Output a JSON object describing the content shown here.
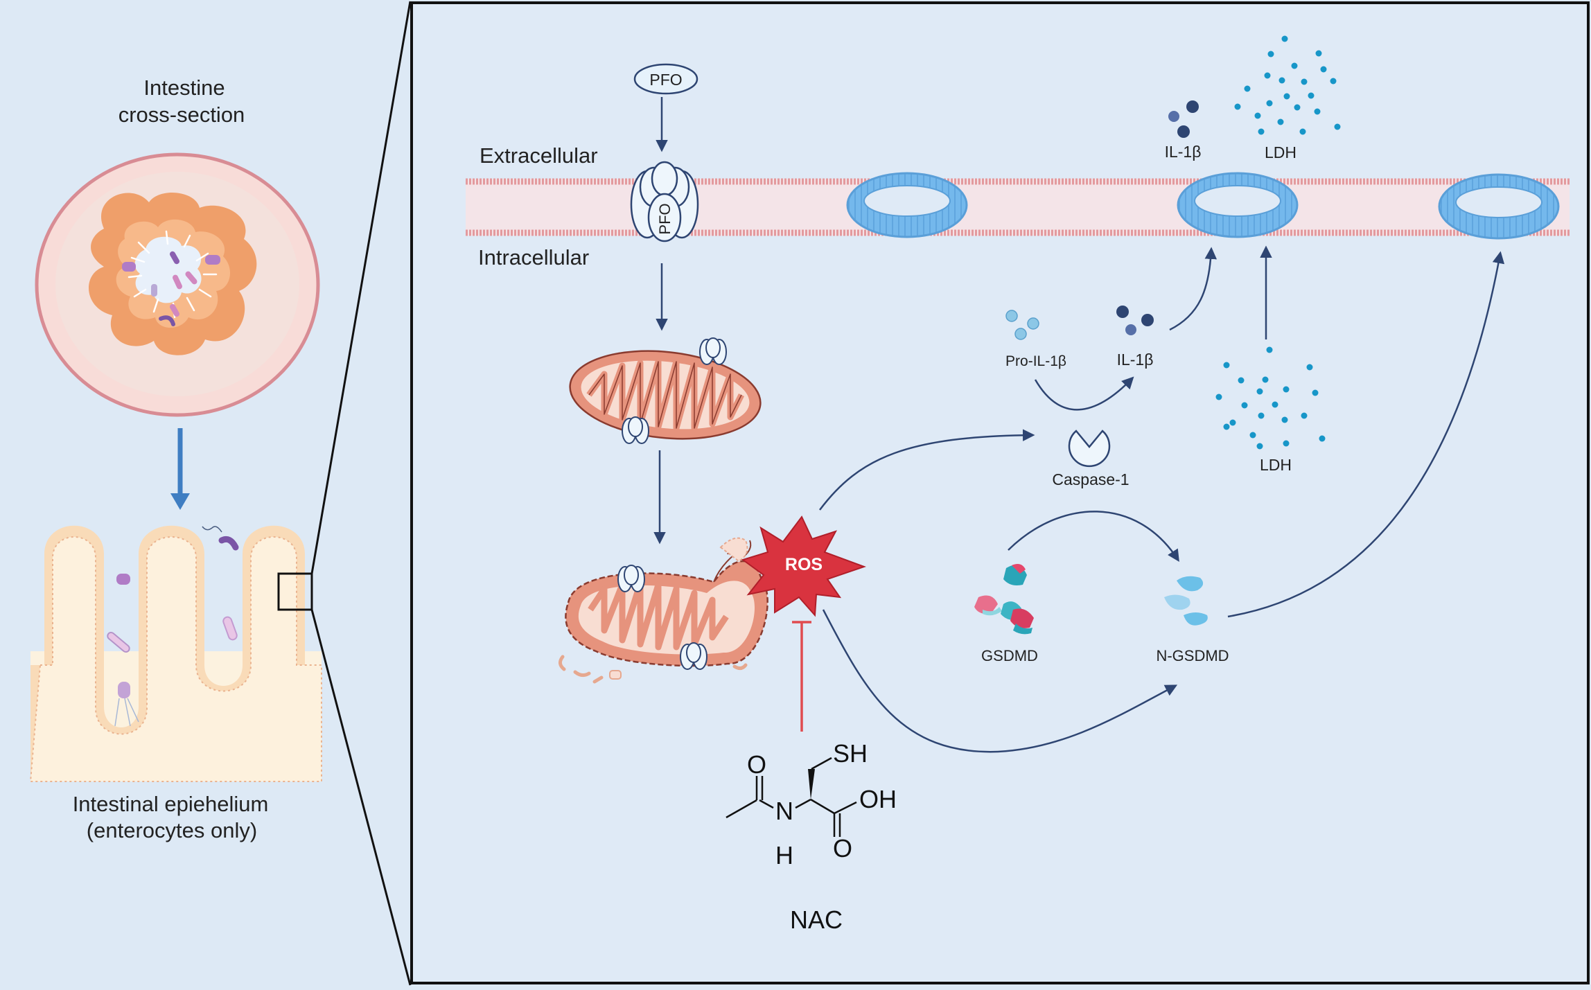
{
  "left_panel": {
    "title_line1": "Intestine",
    "title_line2": "cross-section",
    "caption_line1": "Intestinal epiehelium",
    "caption_line2": "(enterocytes only)"
  },
  "main_panel": {
    "extracellular": "Extracellular",
    "intracellular": "Intracellular",
    "pfo": "PFO",
    "ros": "ROS",
    "il1b_top": "IL-1β",
    "ldh_top": "LDH",
    "pro_il1b": "Pro-IL-1β",
    "il1b_mid": "IL-1β",
    "ldh_mid": "LDH",
    "caspase1": "Caspase-1",
    "gsdmd": "GSDMD",
    "n_gsdmd": "N-GSDMD",
    "nac": "NAC",
    "nac_atoms": {
      "sh": "SH",
      "o_left": "O",
      "n": "N",
      "h": "H",
      "oh": "OH",
      "o_bottom": "O"
    }
  },
  "colors": {
    "background": "#dde9f5",
    "membrane": "#f3e2e6",
    "membrane_edge": "#e39a9e",
    "pore": "#6fb6ea",
    "ros": "#d9333f",
    "arrow": "#2e4572",
    "inhibit": "#e04b4f",
    "ldh_dots": "#1796c8",
    "mitochondrion": "#e09a86"
  },
  "icons": [
    "pfo-pore-icon",
    "gasdermin-pore-icon",
    "mitochondrion-icon",
    "damaged-mitochondrion-icon",
    "ros-burst-icon",
    "caspase-1-icon",
    "gsdmd-icon",
    "nac-structure-icon"
  ]
}
